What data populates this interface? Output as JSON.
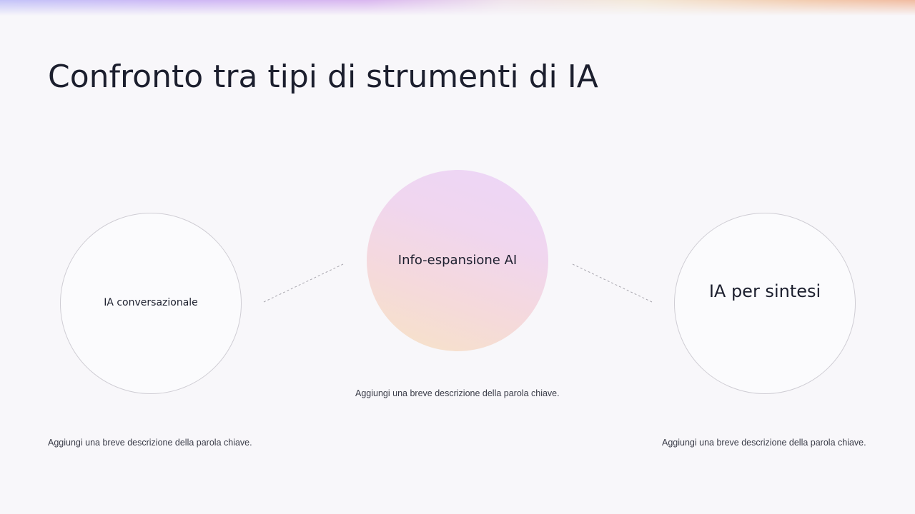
{
  "slide": {
    "title": "Confronto tra tipi di strumenti di IA",
    "colors": {
      "background": "#f8f7fa",
      "title_text": "#1c1f2e",
      "circle_outline": "#cfcdd4",
      "connector": "#a8a6ae",
      "center_gradient": [
        "#f6e3c6",
        "#f5d9dc",
        "#f0d6ef",
        "#ecd6f8"
      ],
      "top_bar_gradient": [
        "#c3c3f8",
        "#d9b6ef",
        "#f3e8d8",
        "#f1bba0"
      ]
    },
    "nodes": [
      {
        "label": "IA conversazionale",
        "description": "Aggiungi una breve descrizione della parola chiave.",
        "style": "outline"
      },
      {
        "label": "Info-espansione AI",
        "description": "Aggiungi una breve descrizione della parola chiave.",
        "style": "gradient-filled"
      },
      {
        "label": "IA per sintesi",
        "description": "Aggiungi una breve descrizione della parola chiave.",
        "style": "outline"
      }
    ],
    "connectors": [
      {
        "from": "IA conversazionale",
        "to": "Info-espansione AI",
        "style": "dashed"
      },
      {
        "from": "Info-espansione AI",
        "to": "IA per sintesi",
        "style": "dashed"
      }
    ]
  }
}
